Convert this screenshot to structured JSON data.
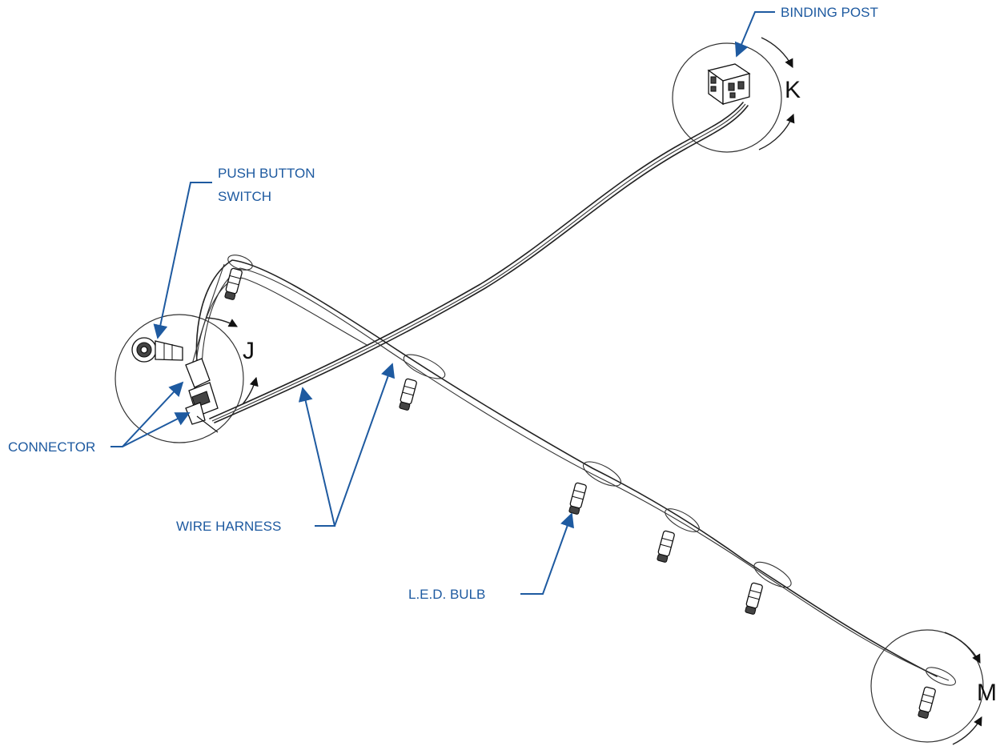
{
  "labels": {
    "binding_post": "BINDING POST",
    "push_button_line1": "PUSH BUTTON",
    "push_button_line2": "SWITCH",
    "connector": "CONNECTOR",
    "wire_harness": "WIRE HARNESS",
    "led_bulb": "L.E.D. BULB"
  },
  "detail_views": {
    "j": "J",
    "k": "K",
    "m": "M"
  },
  "colors": {
    "callout": "#1e5aa0",
    "line_art": "#222222",
    "background": "#ffffff"
  }
}
